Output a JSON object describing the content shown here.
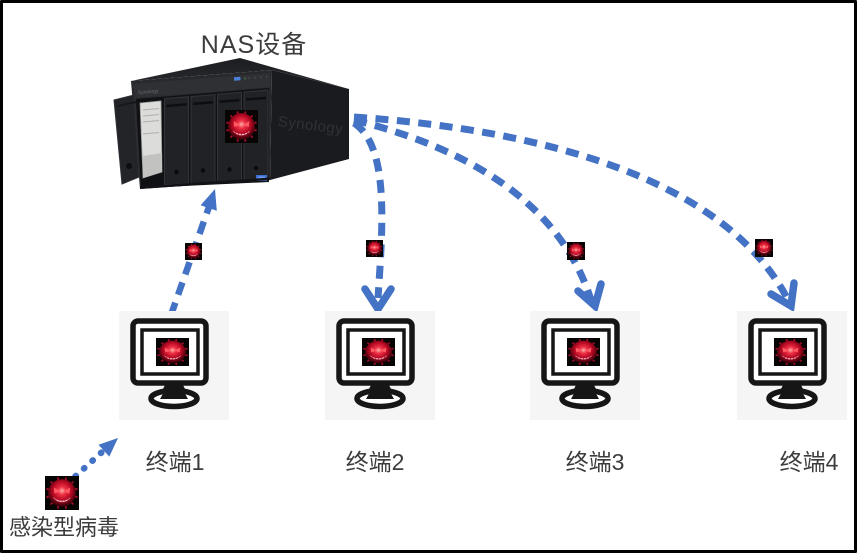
{
  "diagram": {
    "title": "NAS设备",
    "nas_brand": "Synology",
    "terminals": [
      {
        "label": "终端1"
      },
      {
        "label": "终端2"
      },
      {
        "label": "终端3"
      },
      {
        "label": "终端4"
      }
    ],
    "virus_source_label": "感染型病毒",
    "colors": {
      "arrow_blue": "#4472C4",
      "virus_red": "#e01f3d",
      "virus_bg": "#070404",
      "terminal_card_bg": "#f5f5f6",
      "text": "#3c3c3c",
      "device_black": "#222327",
      "canvas_border": "#000000"
    }
  }
}
